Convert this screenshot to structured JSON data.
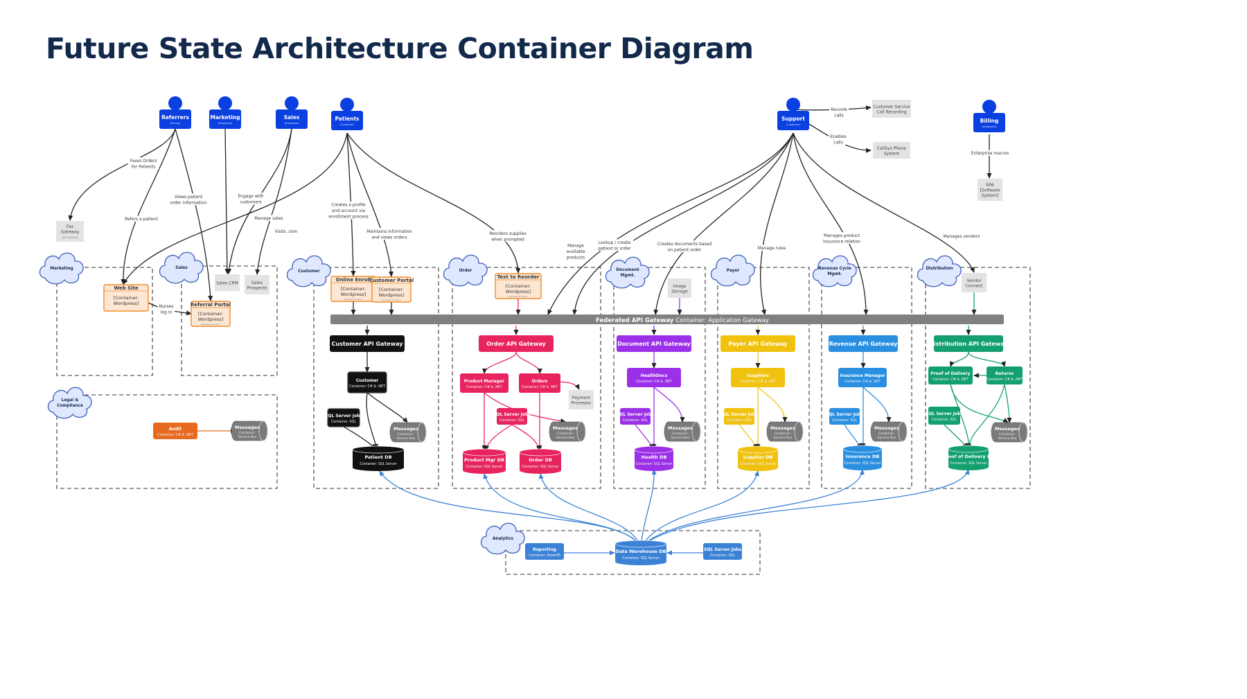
{
  "title": "Future State Architecture Container Diagram",
  "colors": {
    "person": "#0a3fe0",
    "customer": "#111111",
    "order": "#e8245f",
    "document": "#9b30e8",
    "payer": "#f0c20f",
    "revenue": "#2a8fe0",
    "distribution": "#14a06e",
    "audit": "#e86a1f",
    "gateway": "#808080",
    "analytics": "#3b82d6",
    "wordpress": "#f28c28",
    "message": "#7a7a7a",
    "external": "#e3e3e3",
    "zone": "#777777"
  },
  "persons": [
    {
      "id": "p_referrers",
      "label": "Referrers",
      "sub": "[Person]"
    },
    {
      "id": "p_marketing",
      "label": "Marketing",
      "sub": "[Employee]"
    },
    {
      "id": "p_sales",
      "label": "Sales",
      "sub": "[Employee]"
    },
    {
      "id": "p_patients",
      "label": "Patients",
      "sub": "[Customer]"
    },
    {
      "id": "p_support",
      "label": "Support",
      "sub": "[Customer]"
    },
    {
      "id": "p_billing",
      "label": "Billing",
      "sub": "[Employee]"
    }
  ],
  "zones": [
    {
      "id": "z_marketing",
      "label": "Marketing"
    },
    {
      "id": "z_sales",
      "label": "Sales"
    },
    {
      "id": "z_legal",
      "label": "Legal & Compliance"
    },
    {
      "id": "z_customer",
      "label": "Customer"
    },
    {
      "id": "z_order",
      "label": "Order"
    },
    {
      "id": "z_document",
      "label": "Document Mgmt."
    },
    {
      "id": "z_payer",
      "label": "Payer"
    },
    {
      "id": "z_revenue",
      "label": "Revenue Cycle Mgmt."
    },
    {
      "id": "z_distribution",
      "label": "Distribution"
    },
    {
      "id": "z_analytics",
      "label": "Analytics"
    }
  ],
  "externals": [
    {
      "id": "x_fax",
      "lines": [
        "Fax",
        "Gateway"
      ],
      "sub": "[Ext System]"
    },
    {
      "id": "x_salescrm",
      "lines": [
        "Sales CRM"
      ]
    },
    {
      "id": "x_prospects",
      "lines": [
        "Sales",
        "Prospects"
      ]
    },
    {
      "id": "x_callrec",
      "lines": [
        "Customer Service",
        "Call Recording"
      ]
    },
    {
      "id": "x_callsys",
      "lines": [
        "CallSys Phone",
        "System"
      ]
    },
    {
      "id": "x_rpa",
      "lines": [
        "RPA",
        "[Software",
        "System]"
      ]
    },
    {
      "id": "x_image",
      "lines": [
        "Image",
        "Storage"
      ]
    },
    {
      "id": "x_payment",
      "lines": [
        "Payment",
        "Processor"
      ]
    },
    {
      "id": "x_vendor",
      "lines": [
        "Vendor",
        "Connect"
      ]
    }
  ],
  "wordpress": [
    {
      "id": "w_website",
      "title": "Web Site",
      "lines": [
        "[Container:",
        "Wordpress]"
      ]
    },
    {
      "id": "w_referral",
      "title": "Referral Portal",
      "lines": [
        "[Container:",
        "Wordpress]"
      ],
      "sub": "Executive for ops lt"
    },
    {
      "id": "w_enroll",
      "title": "Online Enroll",
      "lines": [
        "[Container:",
        "Wordpress]"
      ],
      "sub": "Executive for ops lt"
    },
    {
      "id": "w_portal",
      "title": "Customer Portal",
      "lines": [
        "[Container:",
        "Wordpress]"
      ],
      "sub": "Executive for ops lt"
    },
    {
      "id": "w_reorder",
      "title": "Text to Reorder",
      "lines": [
        "[Container:",
        "Wordpress]"
      ],
      "sub": "Executive for ops lt"
    }
  ],
  "federated_gateway": {
    "label": "Federated API Gateway",
    "sub": "Container: Application Gateway"
  },
  "api_gateways": [
    {
      "id": "g_customer",
      "label": "Customer API Gateway",
      "color": "customer"
    },
    {
      "id": "g_order",
      "label": "Order API Gateway",
      "color": "order"
    },
    {
      "id": "g_document",
      "label": "Document API Gateway",
      "color": "document"
    },
    {
      "id": "g_payer",
      "label": "Payer API Gateway",
      "color": "payer"
    },
    {
      "id": "g_revenue",
      "label": "Revenue API Gateway",
      "color": "revenue"
    },
    {
      "id": "g_distribution",
      "label": "Distribution API Gateway",
      "color": "distribution"
    }
  ],
  "containers": [
    {
      "id": "c_customer",
      "title": "Customer",
      "sub": "Container: C# & .NET",
      "color": "customer"
    },
    {
      "id": "c_cust_jobs",
      "title": "SQL Server Jobs",
      "sub": "Container: SQL",
      "color": "customer"
    },
    {
      "id": "c_prodmgr",
      "title": "Product Manager",
      "sub": "Container: C# & .NET",
      "color": "order"
    },
    {
      "id": "c_orders",
      "title": "Orders",
      "sub": "Container: C# & .NET",
      "color": "order"
    },
    {
      "id": "c_order_jobs",
      "title": "SQL Server Jobs",
      "sub": "Container: SQL",
      "color": "order"
    },
    {
      "id": "c_healthdocs",
      "title": "HealthDocs",
      "sub": "Container: C# & .NET",
      "color": "document"
    },
    {
      "id": "c_doc_jobs",
      "title": "SQL Server Jobs",
      "sub": "Container: SQL",
      "color": "document"
    },
    {
      "id": "c_suppliers",
      "title": "Suppliers",
      "sub": "Container: C# & .NET",
      "color": "payer"
    },
    {
      "id": "c_payer_jobs",
      "title": "SQL Server Jobs",
      "sub": "Container: SQL",
      "color": "payer"
    },
    {
      "id": "c_insmgr",
      "title": "Insurance Manager",
      "sub": "Container: C# & .NET",
      "color": "revenue"
    },
    {
      "id": "c_rev_jobs",
      "title": "SQL Server Jobs",
      "sub": "Container: SQL",
      "color": "revenue"
    },
    {
      "id": "c_pod",
      "title": "Proof of Delivery",
      "sub": "Container: C# & .NET",
      "color": "distribution"
    },
    {
      "id": "c_returns",
      "title": "Returns",
      "sub": "Container: C# & .NET",
      "color": "distribution"
    },
    {
      "id": "c_dist_jobs",
      "title": "SQL Server Jobs",
      "sub": "Container: SQL",
      "color": "distribution"
    },
    {
      "id": "c_audit",
      "title": "Audit",
      "sub": "Container: C# & .NET",
      "color": "audit"
    },
    {
      "id": "c_reporting",
      "title": "Reporting",
      "sub": "Container: PowerBI",
      "color": "analytics"
    },
    {
      "id": "c_an_jobs",
      "title": "SQL Server Jobs",
      "sub": "Container: SQL",
      "color": "analytics"
    }
  ],
  "databases": [
    {
      "id": "d_patient",
      "title": "Patient DB",
      "sub": "Container: SQL Server",
      "color": "customer"
    },
    {
      "id": "d_prodmgr",
      "title": "Product Mgr DB",
      "sub": "Container: SQL Server",
      "color": "order"
    },
    {
      "id": "d_order",
      "title": "Order DB",
      "sub": "Container: SQL Server",
      "color": "order"
    },
    {
      "id": "d_health",
      "title": "Health DB",
      "sub": "Container: SQL Server",
      "color": "document"
    },
    {
      "id": "d_supplier",
      "title": "Supplier DB",
      "sub": "Container: SQL Server",
      "color": "payer"
    },
    {
      "id": "d_insurance",
      "title": "Insurance DB",
      "sub": "Container: SQL Server",
      "color": "revenue"
    },
    {
      "id": "d_pod",
      "title": "Proof of Delivery DB",
      "sub": "Container: SQL Server",
      "color": "distribution"
    },
    {
      "id": "d_warehouse",
      "title": "Data Warehouse DB",
      "sub": "Container: SQL Server",
      "color": "analytics"
    }
  ],
  "queues": [
    {
      "id": "q_customer",
      "title": "Messages",
      "sub": "Container: Service Bus"
    },
    {
      "id": "q_order",
      "title": "Messages",
      "sub": "Container: Service Bus"
    },
    {
      "id": "q_document",
      "title": "Messages",
      "sub": "Container: Service Bus"
    },
    {
      "id": "q_payer",
      "title": "Messages",
      "sub": "Container: Service Bus"
    },
    {
      "id": "q_revenue",
      "title": "Messages",
      "sub": "Container: Service Bus"
    },
    {
      "id": "q_distribution",
      "title": "Messages",
      "sub": "Container: Service Bus"
    },
    {
      "id": "q_audit",
      "title": "Messages",
      "sub": "Container: Service Bus"
    }
  ],
  "edge_labels": [
    {
      "id": "l_faxes",
      "lines": [
        "Faxes Orders",
        "for Patients"
      ]
    },
    {
      "id": "l_refers",
      "lines": [
        "Refers a patient"
      ]
    },
    {
      "id": "l_views",
      "lines": [
        "Views patient",
        "order information"
      ]
    },
    {
      "id": "l_engage",
      "lines": [
        "Engage with",
        "customers"
      ]
    },
    {
      "id": "l_manage_sales",
      "lines": [
        "Manage sales"
      ]
    },
    {
      "id": "l_visits",
      "lines": [
        "Visits .com"
      ]
    },
    {
      "id": "l_nurses",
      "lines": [
        "Nurses",
        "log in"
      ]
    },
    {
      "id": "l_creates",
      "lines": [
        "Creates a profile",
        "and account via",
        "enrollment process"
      ]
    },
    {
      "id": "l_maintains",
      "lines": [
        "Maintains information",
        "and views orders"
      ]
    },
    {
      "id": "l_reorders",
      "lines": [
        "Reorders supplies",
        "when prompted"
      ]
    },
    {
      "id": "l_records",
      "lines": [
        "Records",
        "calls"
      ]
    },
    {
      "id": "l_enables",
      "lines": [
        "Enables",
        "calls"
      ]
    },
    {
      "id": "l_enterprise",
      "lines": [
        "Enterprise macros"
      ]
    },
    {
      "id": "l_manage_products",
      "lines": [
        "Manage",
        "available",
        "products"
      ]
    },
    {
      "id": "l_lookup",
      "lines": [
        "Lookup / create",
        "patient or order"
      ]
    },
    {
      "id": "l_createsdocs",
      "lines": [
        "Creates documents based",
        "on patient order"
      ]
    },
    {
      "id": "l_rules",
      "lines": [
        "Manage rules"
      ]
    },
    {
      "id": "l_insurance",
      "lines": [
        "Manages product",
        "insurance relation"
      ]
    },
    {
      "id": "l_vendors",
      "lines": [
        "Manages vendors"
      ]
    }
  ]
}
